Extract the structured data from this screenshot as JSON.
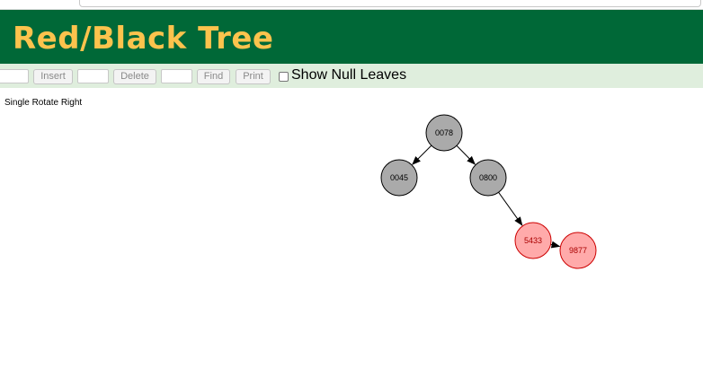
{
  "header": {
    "title": "Red/Black Tree"
  },
  "controls": {
    "insert_label": "Insert",
    "delete_label": "Delete",
    "find_label": "Find",
    "print_label": "Print",
    "show_null_leaves_label": "Show Null Leaves",
    "show_null_leaves_checked": false
  },
  "status": {
    "text": "Single Rotate Right"
  },
  "tree": {
    "nodes": [
      {
        "id": "n0078",
        "label": "0078",
        "color": "black"
      },
      {
        "id": "n0045",
        "label": "0045",
        "color": "black"
      },
      {
        "id": "n0800",
        "label": "0800",
        "color": "black"
      },
      {
        "id": "n5433",
        "label": "5433",
        "color": "red"
      },
      {
        "id": "n9877",
        "label": "9877",
        "color": "red"
      }
    ],
    "edges": [
      {
        "from": "n0078",
        "to": "n0045"
      },
      {
        "from": "n0078",
        "to": "n0800"
      },
      {
        "from": "n0800",
        "to": "n5433"
      },
      {
        "from": "n5433",
        "to": "n9877"
      }
    ]
  },
  "colors": {
    "header_bg": "#006837",
    "title": "#fcc34d",
    "controls_bg": "#dfeedd",
    "black_node_fill": "#aaaaaa",
    "red_node_fill": "#ffaaaa",
    "red_node_stroke": "#cc0000",
    "red_node_text": "#aa0000"
  }
}
